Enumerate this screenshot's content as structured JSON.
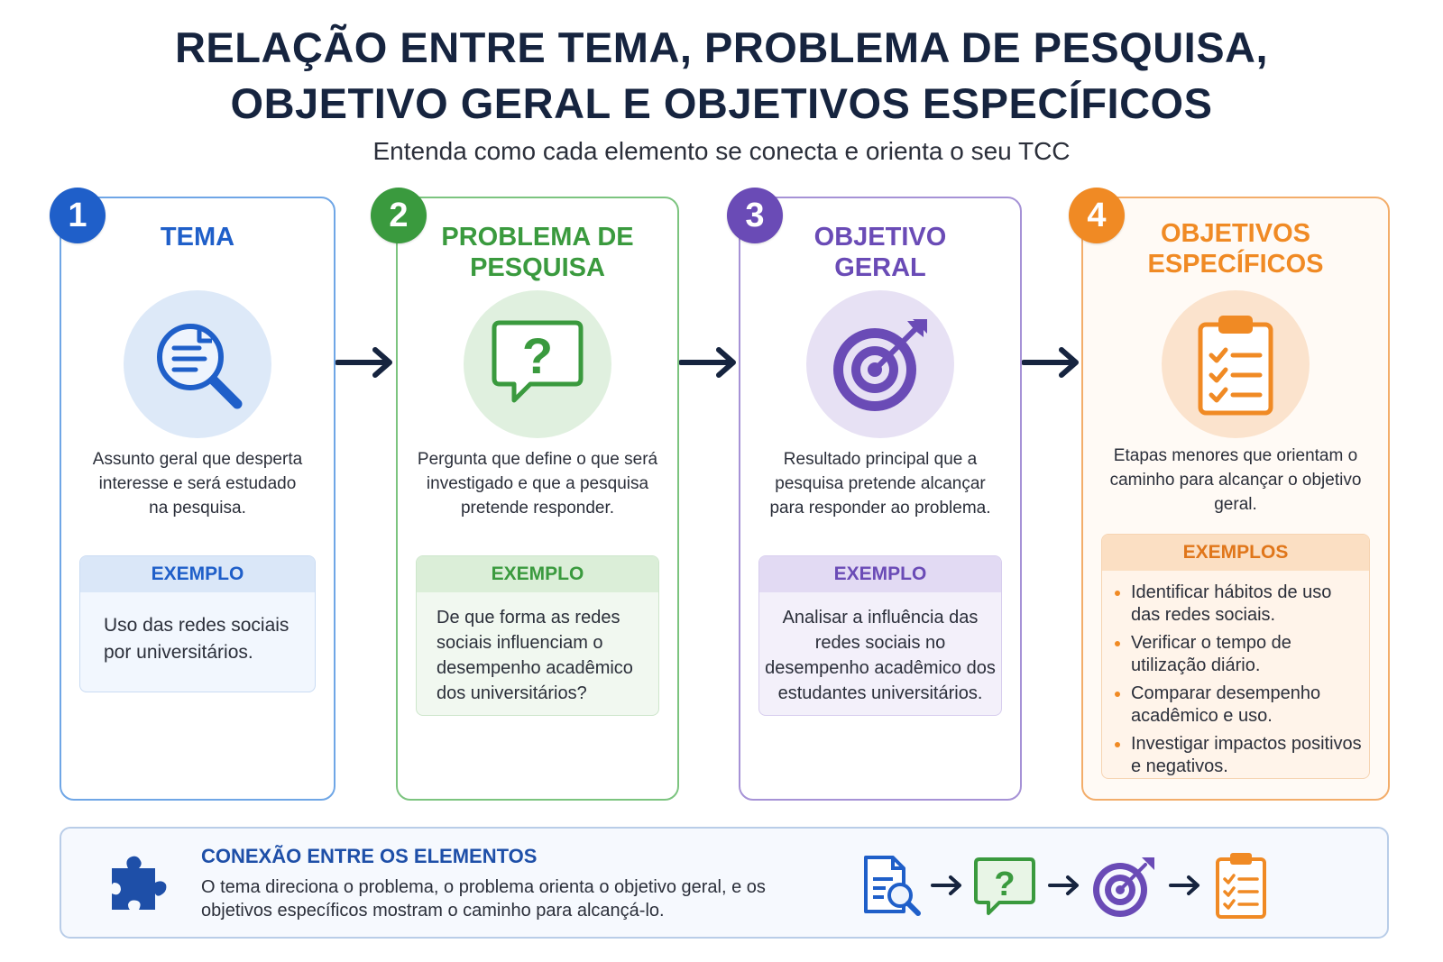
{
  "title": {
    "line1": "RELAÇÃO ENTRE TEMA, PROBLEMA DE PESQUISA,",
    "line2": "OBJETIVO GERAL E OBJETIVOS ESPECÍFICOS"
  },
  "subtitle": "Entenda como cada elemento se conecta e orienta o seu TCC",
  "colors": {
    "blue": "#1f5fc9",
    "green": "#3a9a3e",
    "purple": "#6a4bb6",
    "orange": "#f08a24",
    "dark_navy": "#16243f"
  },
  "cards": [
    {
      "number": "1",
      "title": "TEMA",
      "icon": "document-search-icon",
      "description": "Assunto geral que desperta interesse e será estudado na pesquisa.",
      "example_label": "EXEMPLO",
      "example_text": "Uso das redes sociais por universitários."
    },
    {
      "number": "2",
      "title_line1": "PROBLEMA DE",
      "title_line2": "PESQUISA",
      "icon": "question-bubble-icon",
      "description": "Pergunta que define o que será investigado e que a pesquisa pretende responder.",
      "example_label": "EXEMPLO",
      "example_text": "De que forma as redes sociais influenciam o desempenho acadêmico dos universitários?"
    },
    {
      "number": "3",
      "title_line1": "OBJETIVO",
      "title_line2": "GERAL",
      "icon": "target-icon",
      "description": "Resultado principal que a pesquisa pretende alcançar para responder ao problema.",
      "example_label": "EXEMPLO",
      "example_text": "Analisar a influência das redes sociais no desempenho acadêmico dos estudantes universitários."
    },
    {
      "number": "4",
      "title_line1": "OBJETIVOS",
      "title_line2": "ESPECÍFICOS",
      "icon": "clipboard-checklist-icon",
      "description": "Etapas menores que orientam o caminho para alcançar o objetivo geral.",
      "example_label": "EXEMPLOS",
      "examples": [
        "Identificar hábitos de uso das redes sociais.",
        "Verificar o tempo de utilização diário.",
        "Comparar desempenho acadêmico  e uso.",
        "Investigar impactos positivos e negativos."
      ]
    }
  ],
  "connection": {
    "title": "CONEXÃO ENTRE OS ELEMENTOS",
    "text": "O tema direciona o problema, o problema orienta o objetivo geral, e os objetivos específicos mostram o caminho para alcançá-lo.",
    "icon": "puzzle-piece-icon"
  }
}
